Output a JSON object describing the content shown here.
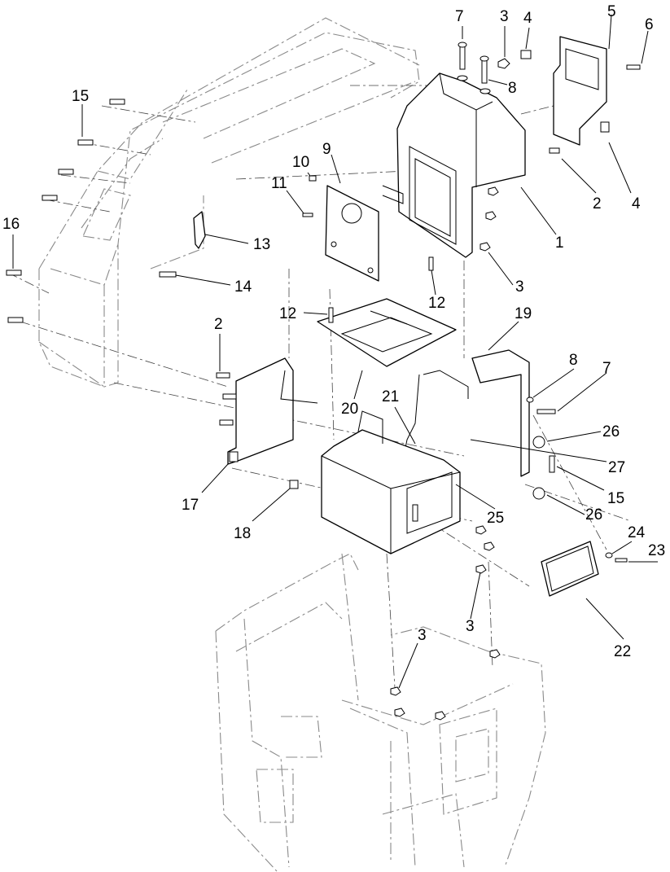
{
  "callouts": [
    {
      "id": "c7a",
      "text": "7"
    },
    {
      "id": "c3a",
      "text": "3"
    },
    {
      "id": "c4a",
      "text": "4"
    },
    {
      "id": "c5",
      "text": "5"
    },
    {
      "id": "c6",
      "text": "6"
    },
    {
      "id": "c8a",
      "text": "8"
    },
    {
      "id": "c15a",
      "text": "15"
    },
    {
      "id": "c9",
      "text": "9"
    },
    {
      "id": "c10",
      "text": "10"
    },
    {
      "id": "c11",
      "text": "11"
    },
    {
      "id": "c2a",
      "text": "2"
    },
    {
      "id": "c4b",
      "text": "4"
    },
    {
      "id": "c16",
      "text": "16"
    },
    {
      "id": "c13",
      "text": "13"
    },
    {
      "id": "c1",
      "text": "1"
    },
    {
      "id": "c14",
      "text": "14"
    },
    {
      "id": "c3b",
      "text": "3"
    },
    {
      "id": "c12a",
      "text": "12"
    },
    {
      "id": "c12b",
      "text": "12"
    },
    {
      "id": "c19",
      "text": "19"
    },
    {
      "id": "c2b",
      "text": "2"
    },
    {
      "id": "c8b",
      "text": "8"
    },
    {
      "id": "c7b",
      "text": "7"
    },
    {
      "id": "c21",
      "text": "21"
    },
    {
      "id": "c20",
      "text": "20"
    },
    {
      "id": "c26a",
      "text": "26"
    },
    {
      "id": "c27",
      "text": "27"
    },
    {
      "id": "c15b",
      "text": "15"
    },
    {
      "id": "c17",
      "text": "17"
    },
    {
      "id": "c26b",
      "text": "26"
    },
    {
      "id": "c25",
      "text": "25"
    },
    {
      "id": "c18",
      "text": "18"
    },
    {
      "id": "c24",
      "text": "24"
    },
    {
      "id": "c23",
      "text": "23"
    },
    {
      "id": "c3c",
      "text": "3"
    },
    {
      "id": "c22",
      "text": "22"
    },
    {
      "id": "c3d",
      "text": "3"
    }
  ]
}
